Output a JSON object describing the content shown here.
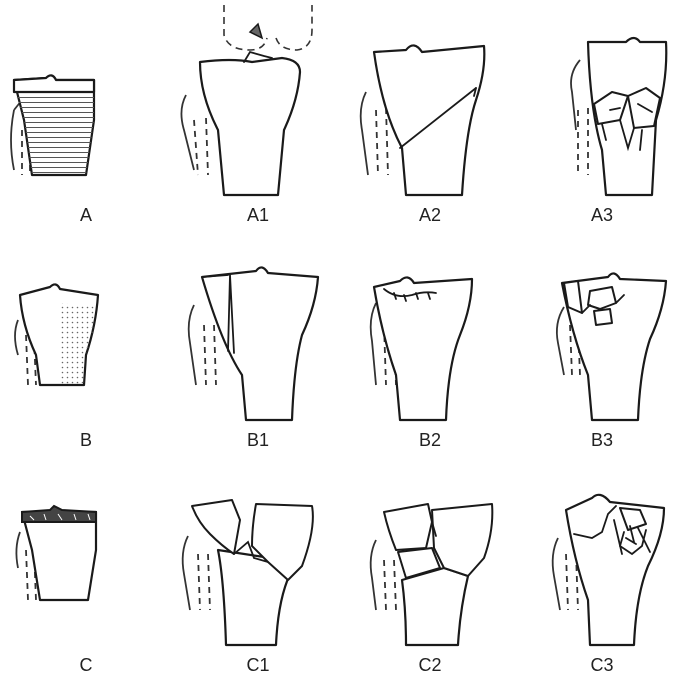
{
  "figure": {
    "cells": [
      {
        "id": "A",
        "label": "A"
      },
      {
        "id": "A1",
        "label": "A1"
      },
      {
        "id": "A2",
        "label": "A2"
      },
      {
        "id": "A3",
        "label": "A3"
      },
      {
        "id": "B",
        "label": "B"
      },
      {
        "id": "B1",
        "label": "B1"
      },
      {
        "id": "B2",
        "label": "B2"
      },
      {
        "id": "B3",
        "label": "B3"
      },
      {
        "id": "C",
        "label": "C"
      },
      {
        "id": "C1",
        "label": "C1"
      },
      {
        "id": "C2",
        "label": "C2"
      },
      {
        "id": "C3",
        "label": "C3"
      }
    ],
    "colors": {
      "line": "#1a1a1a",
      "hatch": "#555555",
      "label": "#222222",
      "background": "#ffffff"
    }
  }
}
